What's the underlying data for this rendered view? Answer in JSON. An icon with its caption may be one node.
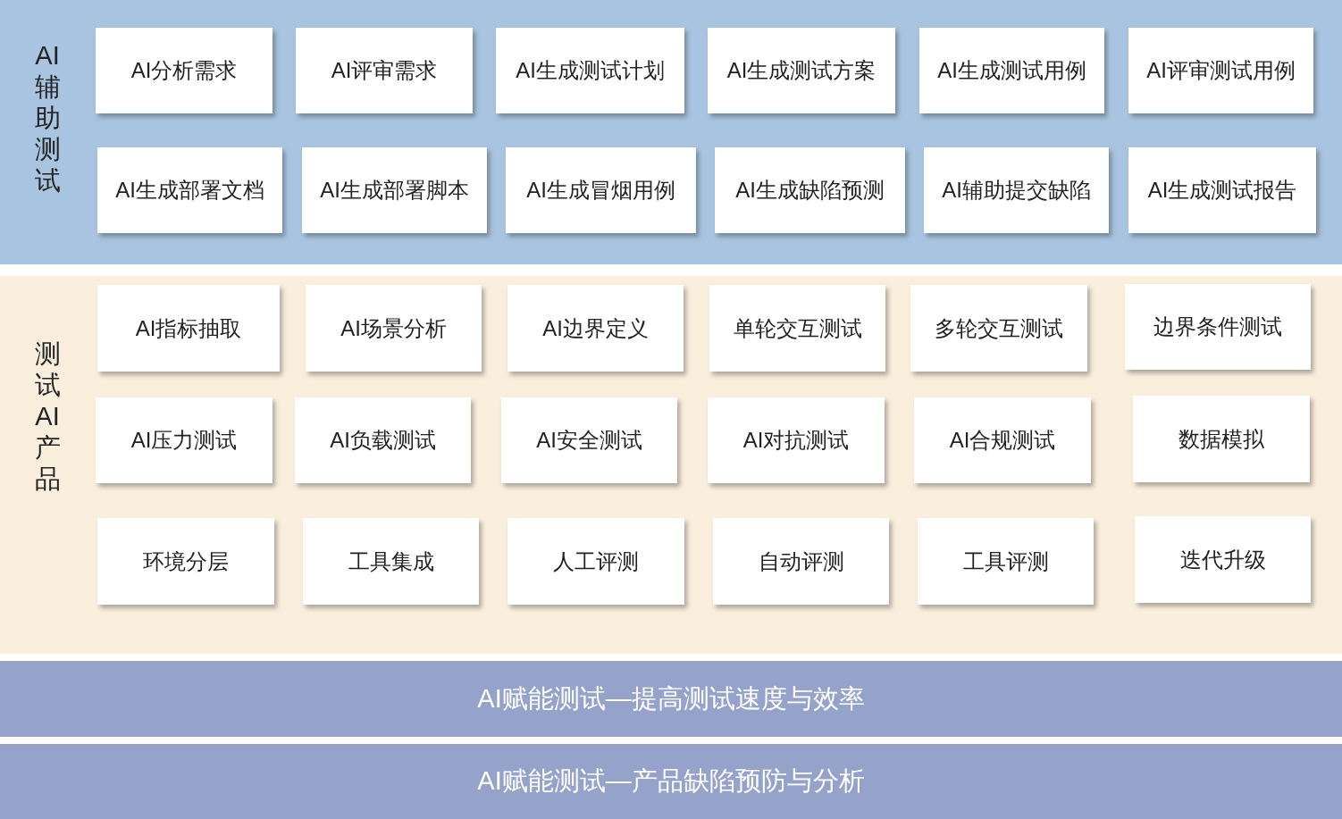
{
  "diagram": {
    "nodes": [
      {
        "text": [
          "AI辅助测试"
        ]
      },
      {
        "text": [
          "AI分析需求"
        ],
        "in": 0
      },
      {
        "text": [
          "AI评审需求"
        ],
        "in": 0
      },
      {
        "text": [
          "AI生成测试计划"
        ],
        "in": 0
      },
      {
        "text": [
          "AI生成测试方案"
        ],
        "in": 0
      },
      {
        "text": [
          "AI生成测试用例"
        ],
        "in": 0
      },
      {
        "text": [
          "AI评审测试用例"
        ],
        "in": 0
      },
      {
        "text": [
          "AI生成部署文档"
        ],
        "in": 0
      },
      {
        "text": [
          "AI生成部署脚本"
        ],
        "in": 0
      },
      {
        "text": [
          "AI生成冒烟用例"
        ],
        "in": 0
      },
      {
        "text": [
          "AI生成缺陷预测"
        ],
        "in": 0
      },
      {
        "text": [
          "AI辅助提交缺陷"
        ],
        "in": 0
      },
      {
        "text": [
          "AI生成测试报告"
        ],
        "in": 0
      },
      {
        "text": [
          "测试AI产品"
        ]
      },
      {
        "text": [
          "AI指标抽取"
        ],
        "in": 13
      },
      {
        "text": [
          "AI场景分析"
        ],
        "in": 13
      },
      {
        "text": [
          "AI边界定义"
        ],
        "in": 13
      },
      {
        "text": [
          "单轮交互测试"
        ],
        "in": 13
      },
      {
        "text": [
          "多轮交互测试"
        ],
        "in": 13
      },
      {
        "text": [
          "边界条件测试"
        ],
        "in": 13
      },
      {
        "text": [
          "AI压力测试"
        ],
        "in": 13
      },
      {
        "text": [
          "AI负载测试"
        ],
        "in": 13
      },
      {
        "text": [
          "AI安全测试"
        ],
        "in": 13
      },
      {
        "text": [
          "AI对抗测试"
        ],
        "in": 13
      },
      {
        "text": [
          "AI合规测试"
        ],
        "in": 13
      },
      {
        "text": [
          "数据模拟"
        ],
        "in": 13
      },
      {
        "text": [
          "环境分层"
        ],
        "in": 13
      },
      {
        "text": [
          "工具集成"
        ],
        "in": 13
      },
      {
        "text": [
          "人工评测"
        ],
        "in": 13
      },
      {
        "text": [
          "自动评测"
        ],
        "in": 13
      },
      {
        "text": [
          "工具评测"
        ],
        "in": 13
      },
      {
        "text": [
          "迭代升级"
        ],
        "in": 13
      },
      {
        "text": [
          "AI赋能测试—提高测试速度与效率"
        ]
      },
      {
        "text": [
          "AI赋能测试—产品缺陷预防与分析"
        ]
      }
    ],
    "edges": []
  }
}
